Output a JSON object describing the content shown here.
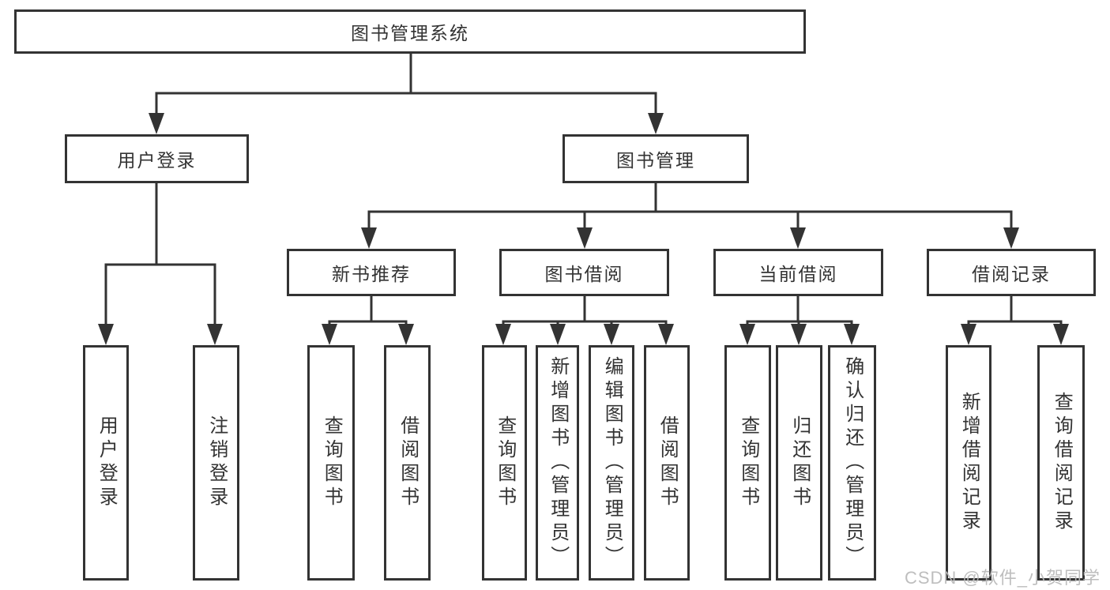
{
  "diagram": {
    "root": {
      "label": "图书管理系统"
    },
    "level2": [
      {
        "label": "用户登录"
      },
      {
        "label": "图书管理"
      }
    ],
    "level3": [
      {
        "label": "新书推荐"
      },
      {
        "label": "图书借阅"
      },
      {
        "label": "当前借阅"
      },
      {
        "label": "借阅记录"
      }
    ],
    "leaves": {
      "user_login": [
        "用户登录",
        "注销登录"
      ],
      "new_book_recommend": [
        "查询图书",
        "借阅图书"
      ],
      "book_borrow": [
        "查询图书",
        "新增图书（管理员）",
        "编辑图书（管理员）",
        "借阅图书"
      ],
      "current_borrow": [
        "查询图书",
        "归还图书",
        "确认归还（管理员）"
      ],
      "borrow_records": [
        "新增借阅记录",
        "查询借阅记录"
      ]
    }
  },
  "watermark": "CSDN @软件_小贺同学",
  "colors": {
    "line": "#333333",
    "text": "#333333",
    "box_background": "#ffffff",
    "watermark": "#b9b9b9",
    "background": "#ffffff"
  }
}
